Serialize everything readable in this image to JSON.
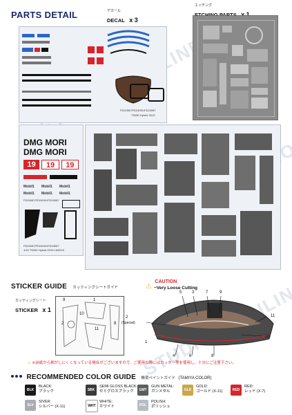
{
  "header": {
    "title": "PARTS DETAIL"
  },
  "decal": {
    "label_jp": "デカール",
    "label_en": "DECAL",
    "qty": "x 3",
    "code": "FD24087/FD24091/FD24087",
    "subcode": "FD24087/FD24091/FD24087",
    "caption": "TS050 Hybrid 2019",
    "number": "19",
    "texts": [
      "DMG MORI",
      "DMG MORI"
    ],
    "mobil": "Mobil1",
    "lower_code": "FD24087/FD24091/FD24087",
    "lower_caption": "1/24 TS050 Hybrid 2019 LM2019"
  },
  "etching": {
    "label_jp": "エッチング",
    "label_en": "ETCHING PARTS",
    "qty": "x 1"
  },
  "sticker_guide": {
    "title": "STICKER GUIDE",
    "subtitle_jp": "カッティングシートガイド",
    "caution_title": "CAUTION",
    "caution_sub": "~Very Loose Cutting",
    "sticker_label_jp": "カッティングシート",
    "sticker_label_en": "STICKER",
    "sticker_qty": "x 1",
    "callouts": [
      "5",
      "3",
      "7",
      "9",
      "2",
      "(Special)",
      "11",
      "10",
      "4",
      "6",
      "8",
      "1"
    ],
    "sheet_numbers": [
      "9",
      "1",
      "10",
      "2",
      "11",
      "8"
    ],
    "warning_jp": "※台紙から剥がしにくくなっている場合がございますので、ご使用の際にはカッター等を使用し、十分にご注意下さい。"
  },
  "color_guide": {
    "title": "RECOMMENDED COLOR GUIDE",
    "subtitle_jp": "推奨ペイントガイド",
    "subtitle_en": "(TAMIYA COLOR)",
    "paints": [
      {
        "code": "BLK",
        "name": "BLACK",
        "jp": "ブラック",
        "color": "#1a1a1a"
      },
      {
        "code": "SBK",
        "name": "SEMI GLOSS BLACK",
        "jp": "セミグロスブラック",
        "color": "#3a3a3a"
      },
      {
        "code": "GMT",
        "name": "GUN METAL",
        "jp": "ガンメタル",
        "color": "#5a5e63"
      },
      {
        "code": "GLD",
        "name": "GOLD",
        "jp": "ゴールド (X-11)",
        "color": "#c9a84a"
      },
      {
        "code": "RED",
        "name": "RED",
        "jp": "レッド (X-7)",
        "color": "#d8242b"
      },
      {
        "code": "SLV",
        "name": "SIVER",
        "jp": "シルバー (X-11)",
        "color": "#a9adb3"
      },
      {
        "code": "WHT",
        "name": "WHITE",
        "jp": "ホワイト",
        "color": "#ffffff"
      },
      {
        "code": "POL",
        "name": "POLISH",
        "jp": "ポリッシュ",
        "color": "#b7bcc4"
      }
    ]
  },
  "watermark": "STUDIO27 ONLINESHOP"
}
